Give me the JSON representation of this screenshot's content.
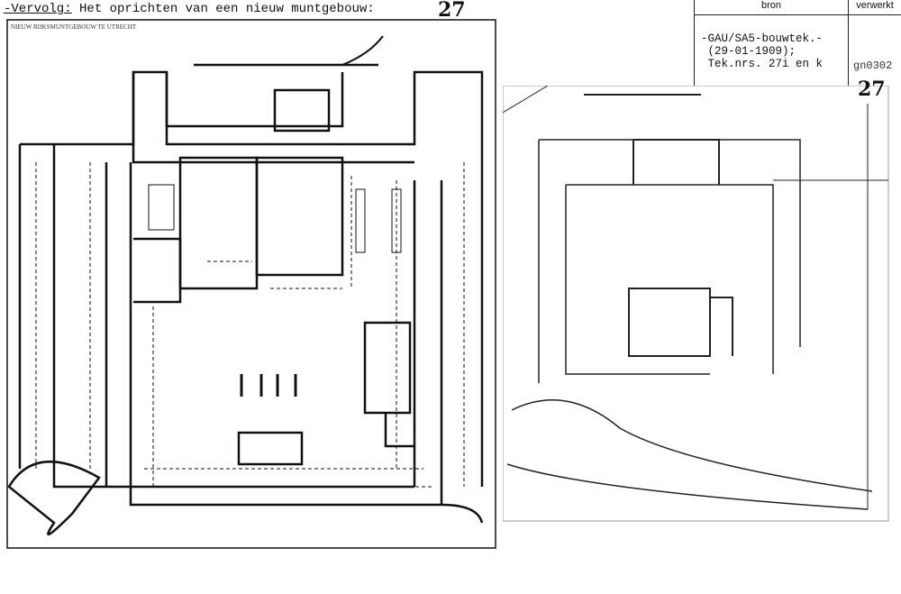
{
  "header": {
    "prefix": "-Vervolg:",
    "title": " Het oprichten van een nieuw muntgebouw:",
    "page_number": "27"
  },
  "source_table": {
    "col_bron": "bron",
    "col_verwerkt": "verwerkt",
    "bron_text": "-GAU/SA5-bouwtek.-\n (29-01-1909);\n Tek.nrs. 27i en k",
    "verwerkt_text": "gn0302"
  },
  "drawing_left": {
    "caption": "NIEUW RIJKSMUNTGEBOUW TE UTRECHT"
  },
  "drawing_right": {
    "page_number": "27"
  }
}
